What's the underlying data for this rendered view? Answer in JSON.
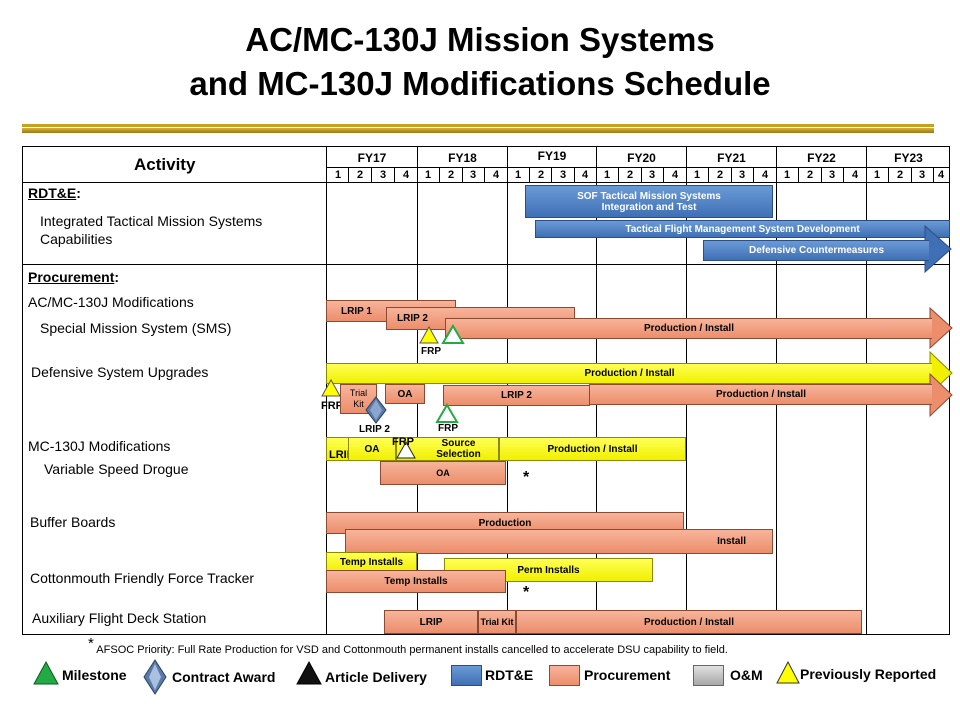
{
  "title": {
    "line1": "AC/MC-130J Mission Systems",
    "line2": "and MC-130J Modifications Schedule"
  },
  "header": {
    "activity": "Activity"
  },
  "fiscal_years": [
    "FY17",
    "FY18",
    "FY19",
    "FY20",
    "FY21",
    "FY22",
    "FY23"
  ],
  "quarters": [
    "1",
    "2",
    "3",
    "4"
  ],
  "rows": {
    "rdte": "RDT&E",
    "rdte_colon": ":",
    "itmsc_1": "Integrated Tactical Mission Systems",
    "itmsc_2": "Capabilities",
    "procurement": "Procurement",
    "procurement_colon": ":",
    "acmc_mods": "AC/MC-130J Modifications",
    "sms": "Special Mission System (SMS)",
    "dsu": "Defensive System Upgrades",
    "mc_mods": "MC-130J Modifications",
    "vsd": "Variable Speed Drogue",
    "buffer": "Buffer Boards",
    "cffft": "Cottonmouth Friendly Force Tracker",
    "afds": "Auxiliary Flight Deck Station"
  },
  "bars": {
    "sof_1": "SOF Tactical Mission Systems",
    "sof_2": "Integration and Test",
    "tfmsd": "Tactical Flight Management System Development",
    "dcm": "Defensive Countermeasures",
    "lrip1": "LRIP 1",
    "lrip2_sms": "LRIP 2",
    "prod_sms": "Production / Install",
    "prod_dsu_y": "Production / Install",
    "trial_kit_1": "Trial",
    "trial_kit_2": "Kit",
    "oa_dsu": "OA",
    "lrip2_dsu": "LRIP 2",
    "prod_dsu_o": "Production / Install",
    "lrip_vsd": "LRIP",
    "oa_vsd_y": "OA",
    "source_1": "Source",
    "source_2": "Selection",
    "prod_vsd": "Production / Install",
    "oa_vsd_o": "OA",
    "prod_buffer": "Production",
    "install_buffer": "Install",
    "temp_y": "Temp Installs",
    "perm": "Perm Installs",
    "temp_o": "Temp Installs",
    "lrip_afds": "LRIP",
    "trial_afds": "Trial Kit",
    "prod_afds": "Production / Install"
  },
  "milestones": {
    "frp_sms": "FRP",
    "frp_dsu": "FRP",
    "lrip2_award": "LRIP 2",
    "frp_dsu2": "FRP",
    "frp_vsd": "FRP"
  },
  "stars": {
    "vsd": "*",
    "cffft": "*"
  },
  "footnote": {
    "star": "*",
    "text": "AFSOC Priority: Full Rate Production for VSD and Cottonmouth permanent installs cancelled to accelerate DSU capability to field."
  },
  "legend": {
    "milestone": "Milestone",
    "contract_award": "Contract Award",
    "article_delivery": "Article Delivery",
    "rdte": "RDT&E",
    "procurement": "Procurement",
    "om": "O&M",
    "previously_reported": "Previously Reported"
  },
  "colors": {
    "rdte": "#4a7cc0",
    "procurement": "#f0a080",
    "om": "#c0c0c0",
    "previously_reported": "#ffff00",
    "milestone": "#22aa44",
    "gold_rule": "#c8a020"
  }
}
